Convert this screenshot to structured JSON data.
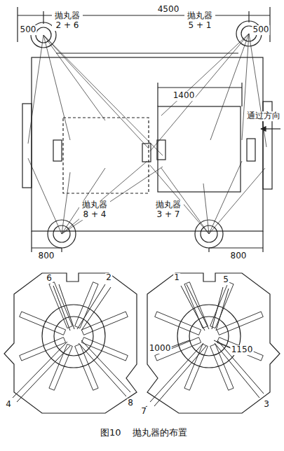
{
  "diagram": {
    "caption": "图10    抛丸器的布置",
    "labels": [
      "4500",
      "500",
      "500",
      "抛丸器 2 + 6",
      "抛丸器 5 + 1",
      "1400",
      "通过方向",
      "抛丸器 8 + 4",
      "抛丸器 3 + 7",
      "800",
      "800",
      "6",
      "2",
      "1",
      "5",
      "1000",
      "1150",
      "4",
      "8",
      "7",
      "3"
    ]
  }
}
